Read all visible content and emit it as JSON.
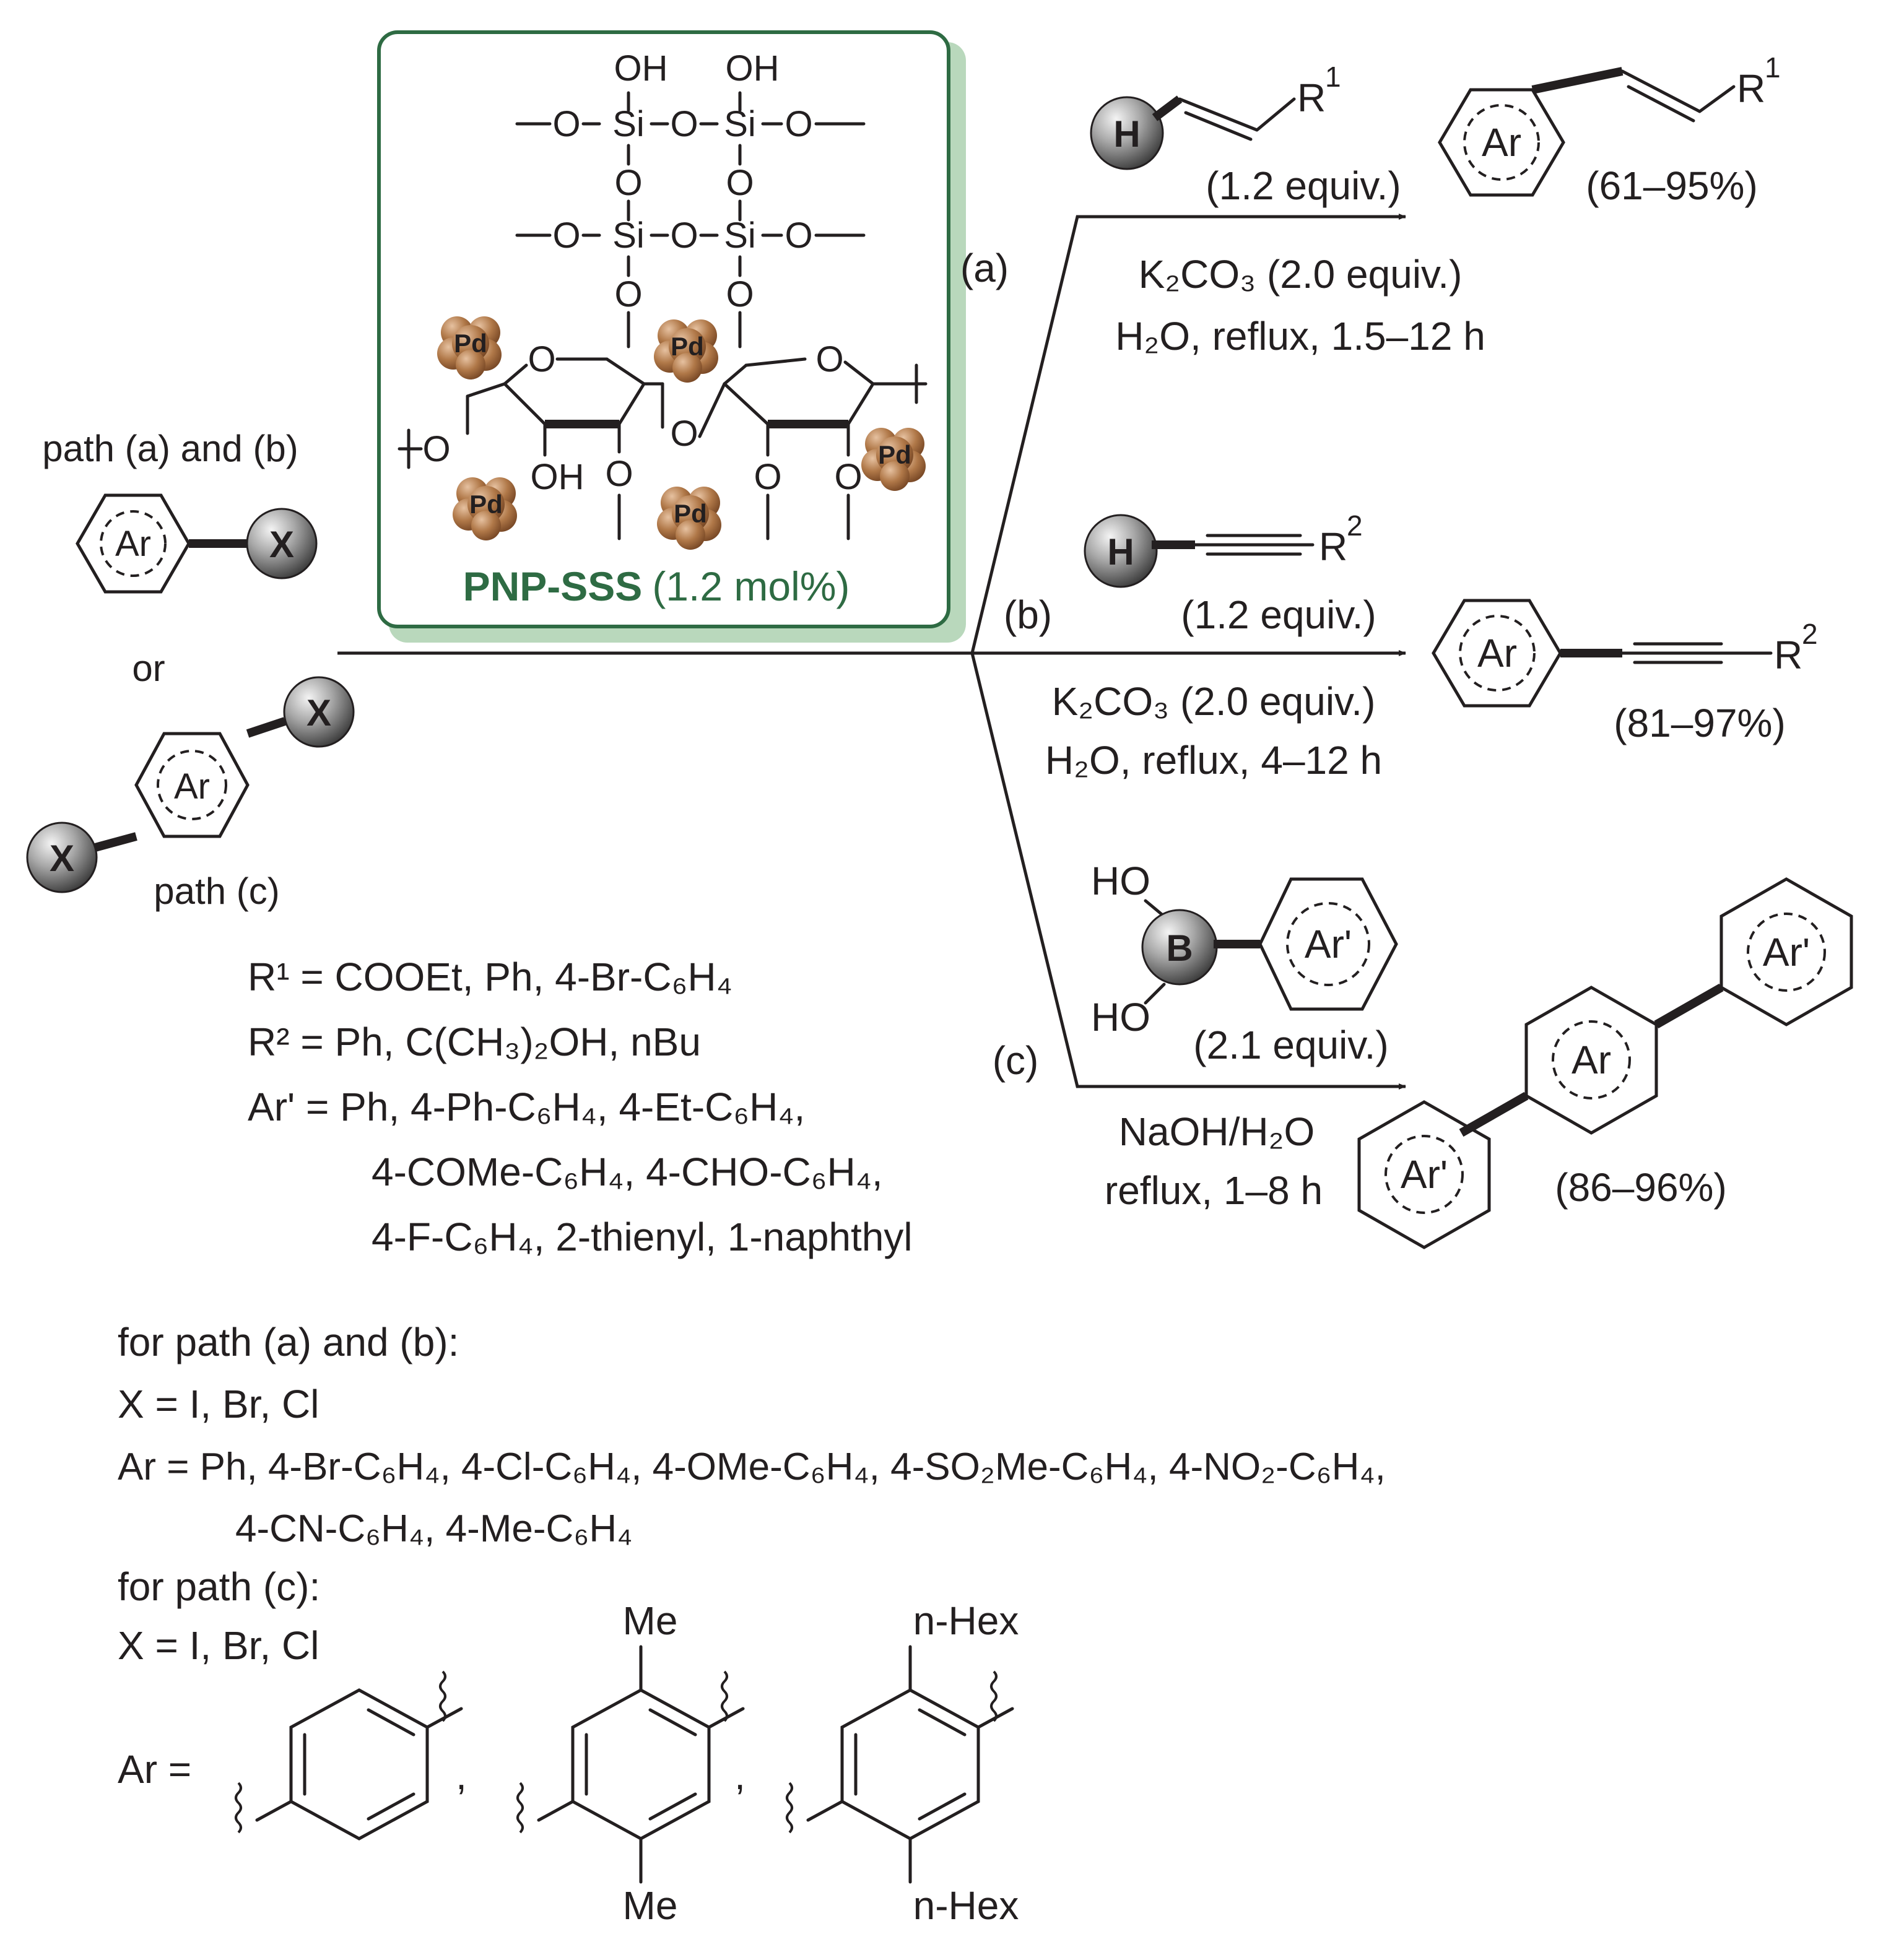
{
  "catalyst": {
    "name": "PNP-SSS",
    "loading": "(1.2 mol%)",
    "oh": "OH",
    "si": "Si",
    "o": "O",
    "pd": "Pd",
    "box_color": "#2e6b43",
    "pd_color": "#9b5e3a"
  },
  "start": {
    "path_ab_label": "path (a) and (b)",
    "or_label": "or",
    "path_c_label": "path (c)",
    "ar": "Ar",
    "x": "X"
  },
  "routes": {
    "a": {
      "label": "(a)",
      "reagent_sphere": "H",
      "reagent_sub": "R",
      "reagent_sub_sup": "1",
      "equiv": "(1.2 equiv.)",
      "base": "K₂CO₃ (2.0 equiv.)",
      "conditions": "H₂O, reflux, 1.5–12 h",
      "product_ar": "Ar",
      "product_sub": "R",
      "product_sub_sup": "1",
      "yield": "(61–95%)"
    },
    "b": {
      "label": "(b)",
      "reagent_sphere": "H",
      "reagent_sub": "R",
      "reagent_sub_sup": "2",
      "equiv": "(1.2 equiv.)",
      "base": "K₂CO₃ (2.0 equiv.)",
      "conditions": "H₂O, reflux, 4–12 h",
      "product_ar": "Ar",
      "product_sub": "R",
      "product_sub_sup": "2",
      "yield": "(81–97%)"
    },
    "c": {
      "label": "(c)",
      "reagent_sphere": "B",
      "reagent_ho": "HO",
      "reagent_ar": "Ar'",
      "equiv": "(2.1 equiv.)",
      "base": "NaOH/H₂O",
      "conditions": "reflux, 1–8 h",
      "product_ar": "Ar",
      "product_ar_prime": "Ar'",
      "yield": "(86–96%)"
    }
  },
  "definitions": {
    "r1_line": "R¹ = COOEt, Ph, 4-Br-C₆H₄",
    "r2_line": "R² = Ph, C(CH₃)₂OH, nBu",
    "arp_line1": "Ar' = Ph, 4-Ph-C₆H₄, 4-Et-C₆H₄,",
    "arp_line2": "4-COMe-C₆H₄, 4-CHO-C₆H₄,",
    "arp_line3": "4-F-C₆H₄, 2-thienyl, 1-naphthyl",
    "ab_header": "for path (a) and (b):",
    "ab_x": "X = I, Br, Cl",
    "ab_ar_line1": "Ar = Ph, 4-Br-C₆H₄, 4-Cl-C₆H₄, 4-OMe-C₆H₄, 4-SO₂Me-C₆H₄, 4-NO₂-C₆H₄,",
    "ab_ar_line2": "4-CN-C₆H₄, 4-Me-C₆H₄",
    "c_header": "for path (c):",
    "c_x": "X = I, Br, Cl",
    "c_ar_label": "Ar =",
    "comma": ",",
    "me": "Me",
    "nhex": "n-Hex"
  }
}
